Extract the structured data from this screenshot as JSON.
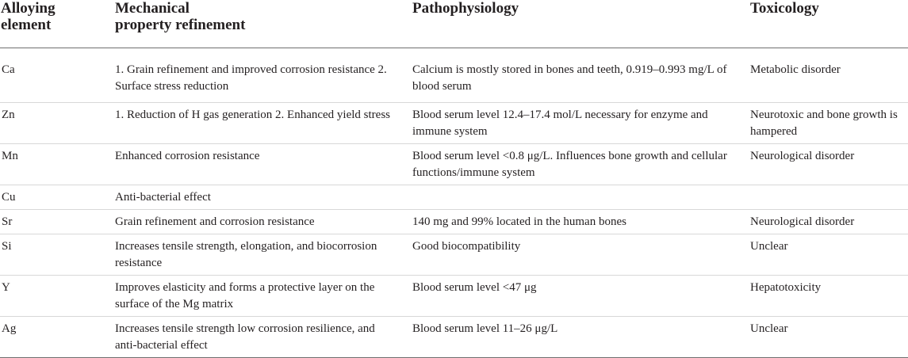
{
  "table": {
    "headers": [
      "Alloying element",
      "Mechanical property refinement",
      "Pathophysiology",
      "Toxicology"
    ],
    "header_lines": [
      [
        "Alloying",
        "element"
      ],
      [
        "Mechanical",
        "property refinement"
      ],
      [
        "Pathophysiology"
      ],
      [
        "Toxicology"
      ]
    ],
    "rows": [
      {
        "element": "Ca",
        "mechanical": "1. Grain refinement and improved corrosion resistance 2. Surface stress reduction",
        "pathophysiology": "Calcium is mostly stored in bones and teeth, 0.919–0.993 mg/L of blood serum",
        "toxicology": "Metabolic disorder"
      },
      {
        "element": "Zn",
        "mechanical": "1. Reduction of H gas generation 2. Enhanced yield stress",
        "pathophysiology": "Blood serum level 12.4–17.4 mol/L necessary for enzyme and immune system",
        "toxicology": "Neurotoxic and bone growth is hampered"
      },
      {
        "element": "Mn",
        "mechanical": "Enhanced corrosion resistance",
        "pathophysiology": "Blood serum level <0.8 μg/L. Influences bone growth and cellular functions/immune system",
        "toxicology": "Neurological disorder"
      },
      {
        "element": "Cu",
        "mechanical": "Anti-bacterial effect",
        "pathophysiology": "",
        "toxicology": ""
      },
      {
        "element": "Sr",
        "mechanical": "Grain refinement and corrosion resistance",
        "pathophysiology": "140 mg and 99% located in the human bones",
        "toxicology": "Neurological disorder"
      },
      {
        "element": "Si",
        "mechanical": "Increases tensile strength, elongation, and biocorrosion resistance",
        "pathophysiology": "Good biocompatibility",
        "toxicology": "Unclear"
      },
      {
        "element": "Y",
        "mechanical": "Improves elasticity and forms a protective layer on the surface of the Mg matrix",
        "pathophysiology": "Blood serum level <47 μg",
        "toxicology": "Hepatotoxicity"
      },
      {
        "element": "Ag",
        "mechanical": "Increases tensile strength low corrosion resilience, and anti-bacterial effect",
        "pathophysiology": "Blood serum level 11–26 μg/L",
        "toxicology": "Unclear"
      }
    ]
  }
}
